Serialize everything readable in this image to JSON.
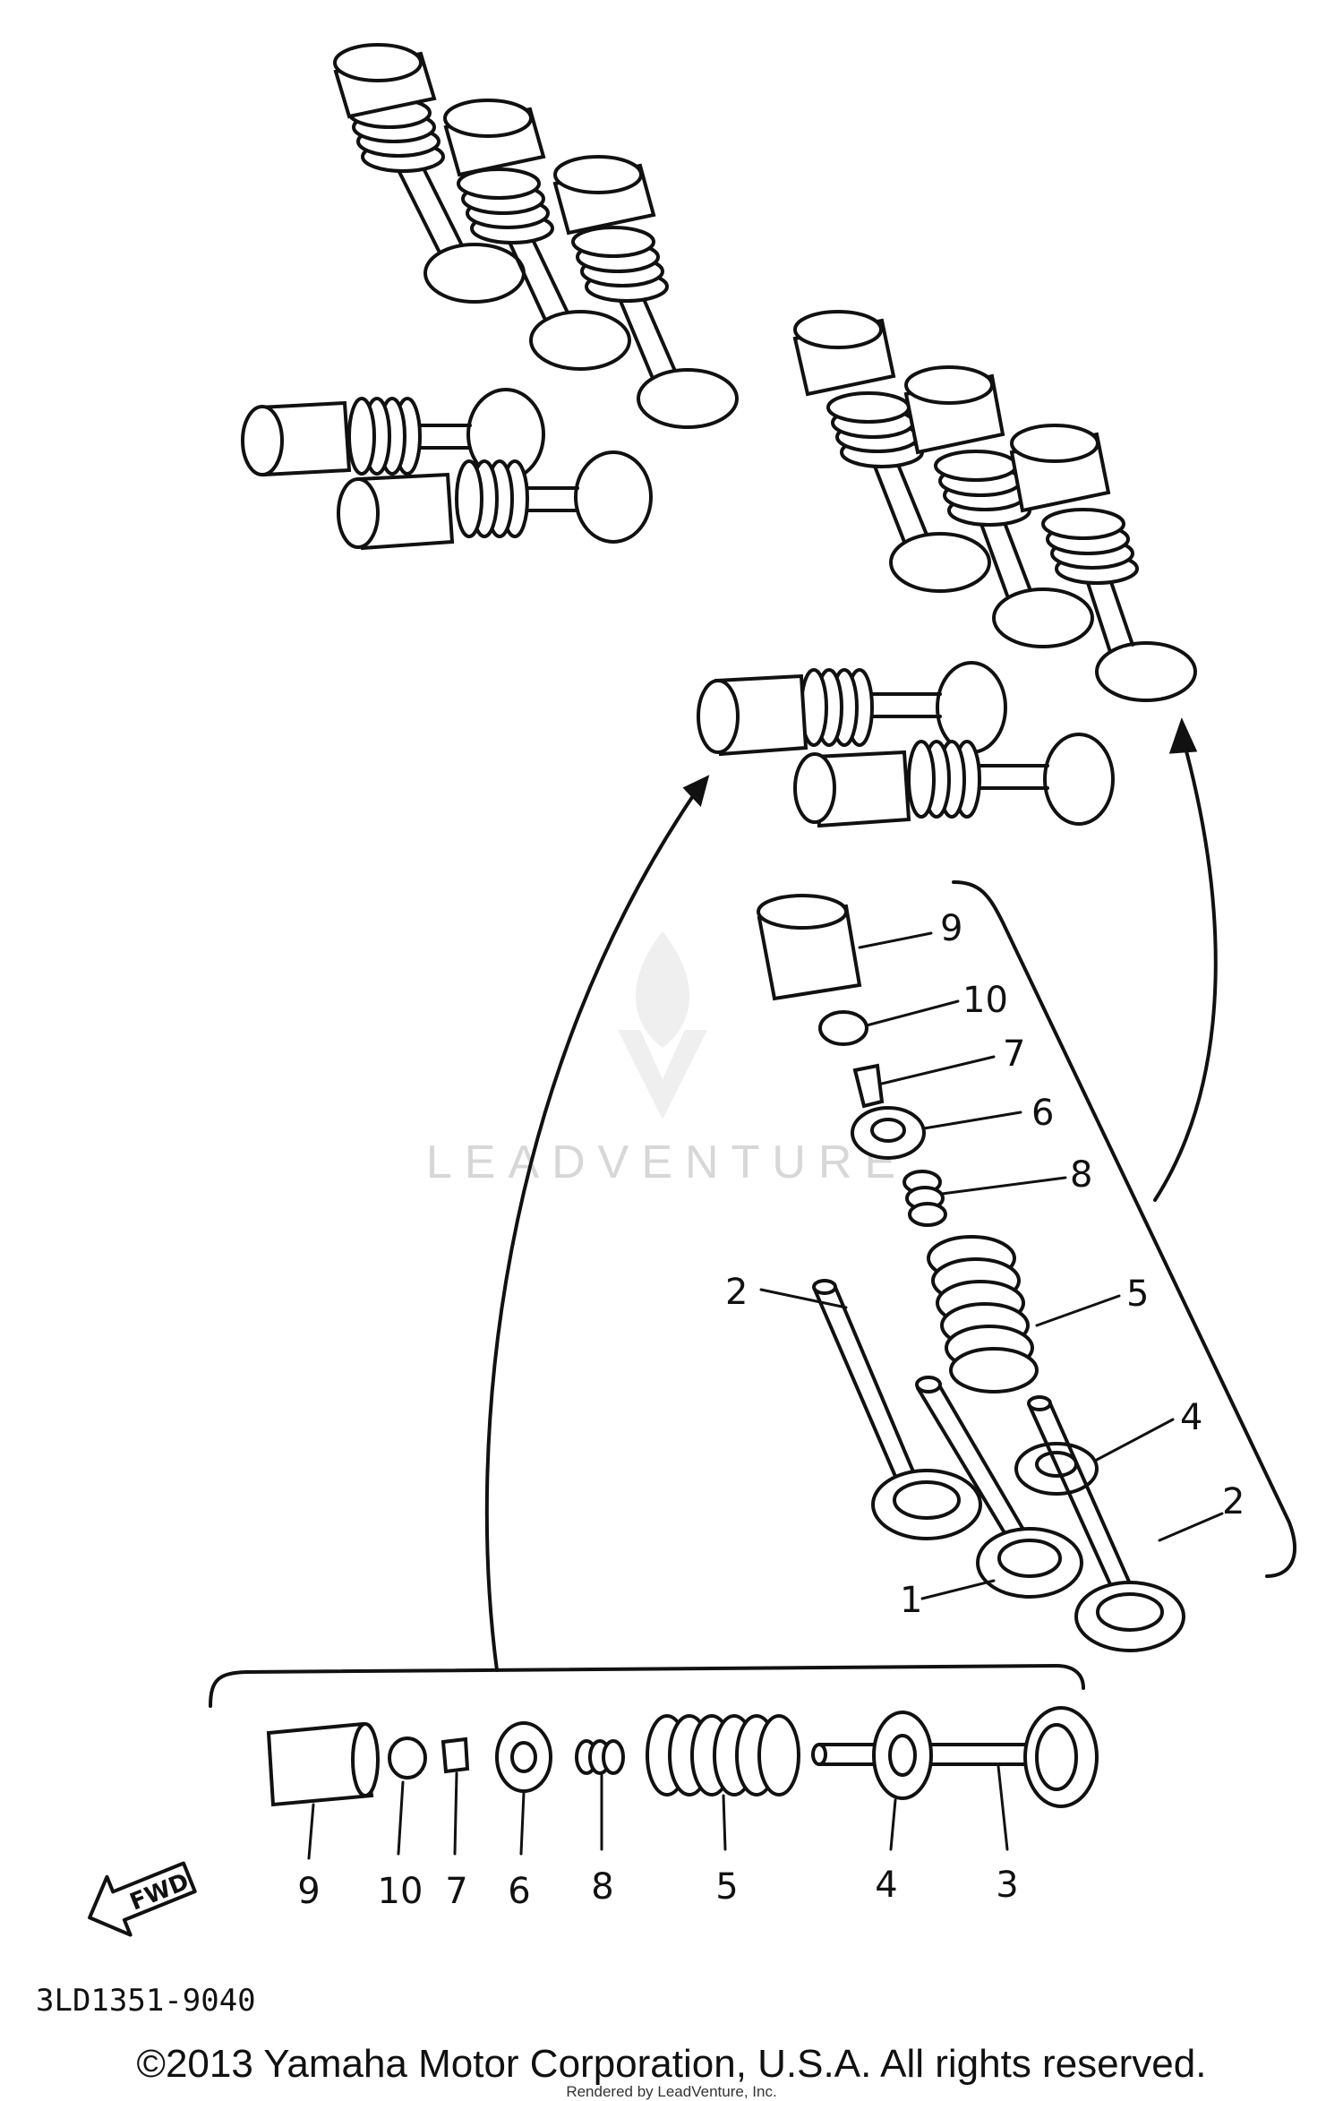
{
  "part_code": "3LD1351-9040",
  "fwd_label": "FWD",
  "watermark_text": "LEADVENTURE",
  "copyright": "©2013 Yamaha Motor Corporation, U.S.A. All rights reserved.",
  "render_note": "Rendered by LeadVenture, Inc.",
  "callouts_exploded": [
    "9",
    "10",
    "7",
    "6",
    "8",
    "5",
    "2",
    "2",
    "1",
    "4"
  ],
  "callouts_bottom": [
    "9",
    "10",
    "7",
    "6",
    "8",
    "5",
    "4",
    "3"
  ],
  "colors": {
    "line": "#111111",
    "watermark": "#d7d7d7",
    "background": "#ffffff"
  }
}
